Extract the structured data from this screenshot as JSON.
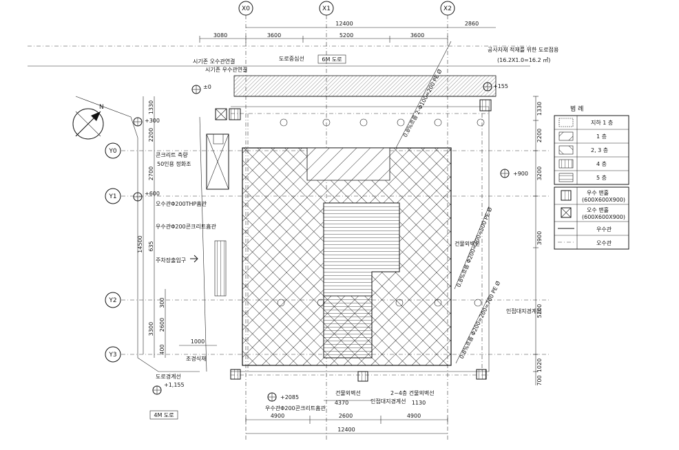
{
  "grid": {
    "columns": [
      "X0",
      "X1",
      "X2"
    ],
    "rows": [
      "Y0",
      "Y1",
      "Y2",
      "Y3"
    ]
  },
  "dims_top": {
    "overall": "12400",
    "right_ext": "2860",
    "segments": [
      "3080",
      "3600",
      "5200",
      "3600"
    ]
  },
  "dims_bottom": {
    "overall": "12400",
    "segments": [
      "4900",
      "2600",
      "4900"
    ],
    "mid": "4370",
    "mid2": "1130"
  },
  "dims_left": {
    "overall": "14500",
    "outer": [
      "1330",
      "2200",
      "2700",
      "3300"
    ],
    "inner": [
      "300",
      "2600",
      "400"
    ],
    "offset": "1000",
    "slope": "635"
  },
  "dims_right": [
    "1330",
    "2200",
    "3200",
    "3900",
    "5200",
    "1020",
    "700"
  ],
  "levels": [
    "±0",
    "+155",
    "+300",
    "+900",
    "+600",
    "+1,155",
    "+2085"
  ],
  "roads": {
    "top_road": "6M 도로",
    "left_road": "4M 도로",
    "top_line": "도로중심선",
    "road_boundary": "도로경계선",
    "boundary": "조경식재"
  },
  "notes": {
    "top_right_1": "공사자재 적재를 위한 도로점용",
    "top_right_2": "(16.2X1.0=16.2 ㎡)",
    "existing_sewer": "시기존 오수관연결",
    "existing_rain": "시기존 우수관연결",
    "road_line_label": "도로중심선",
    "pit_label": "콘크리트 측량",
    "pit_label2": "50인용 정화조",
    "sewer_pipe": "오수관Φ200THP흄관",
    "rain_pipe": "우수관Φ200콘크리트흄관",
    "entry": "주차장출입구",
    "building_line": "건물외벽선",
    "site_boundary": "인접대지경계선",
    "bottom_rain_pipe": "우수관Φ200콘크리트흄관",
    "bottom_wall": "건물외벽선",
    "bottom_wall2": "2~4층 건물외벽선",
    "bottom_boundary": "인접대지경계선",
    "diag1": "0.8%흐름 2-Φ100=200 PE Ø",
    "diag2": "0.8%흐름 Φ200=200=500 PE Ø",
    "diag3": "0.8%흐름 Φ200=200=700 PE Ø"
  },
  "legend": {
    "title": "범 례",
    "items": [
      "지하 1 층",
      "1 층",
      "2, 3 층",
      "4 층",
      "5 층"
    ],
    "fixtures": [
      {
        "label": "우수 맨홀",
        "size": "(600X600X900)"
      },
      {
        "label": "오수 맨홀",
        "size": "(600X600X900)"
      },
      {
        "label": "우수관",
        "size": ""
      },
      {
        "label": "오수관",
        "size": ""
      }
    ]
  },
  "north": "N",
  "colors": {
    "ink": "#111111",
    "paper": "#ffffff"
  }
}
